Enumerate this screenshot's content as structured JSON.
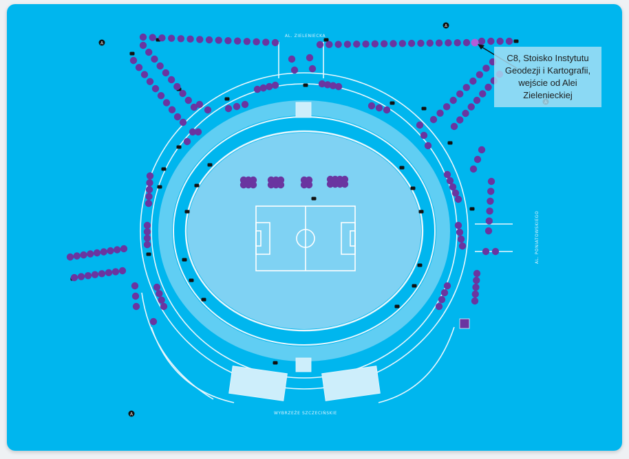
{
  "map": {
    "background_color": "#00b6ee",
    "pitch_color": "#7fd2f3",
    "stand_color": "#aee2f7",
    "line_color": "#e9f7fd",
    "marker_color": "#6a35a0",
    "highlight_color": "#b45cd8"
  },
  "streets": {
    "north": "AL. ZIELENIECKA",
    "east": "AL. PONIATOWSKIEGO",
    "south": "WYBRZEŻE SZCZECIŃSKIE"
  },
  "callout": {
    "text": "C8, Stoisko Instytutu Geodezji i Kartografii, wejście od Alei Zielenieckiej"
  },
  "icons": {
    "entrance": "entrance-a-icon",
    "gate": "gate-icon",
    "kiosk": "kiosk-icon",
    "highlight": "selected-booth-icon"
  },
  "marker_labels": [
    "A"
  ]
}
